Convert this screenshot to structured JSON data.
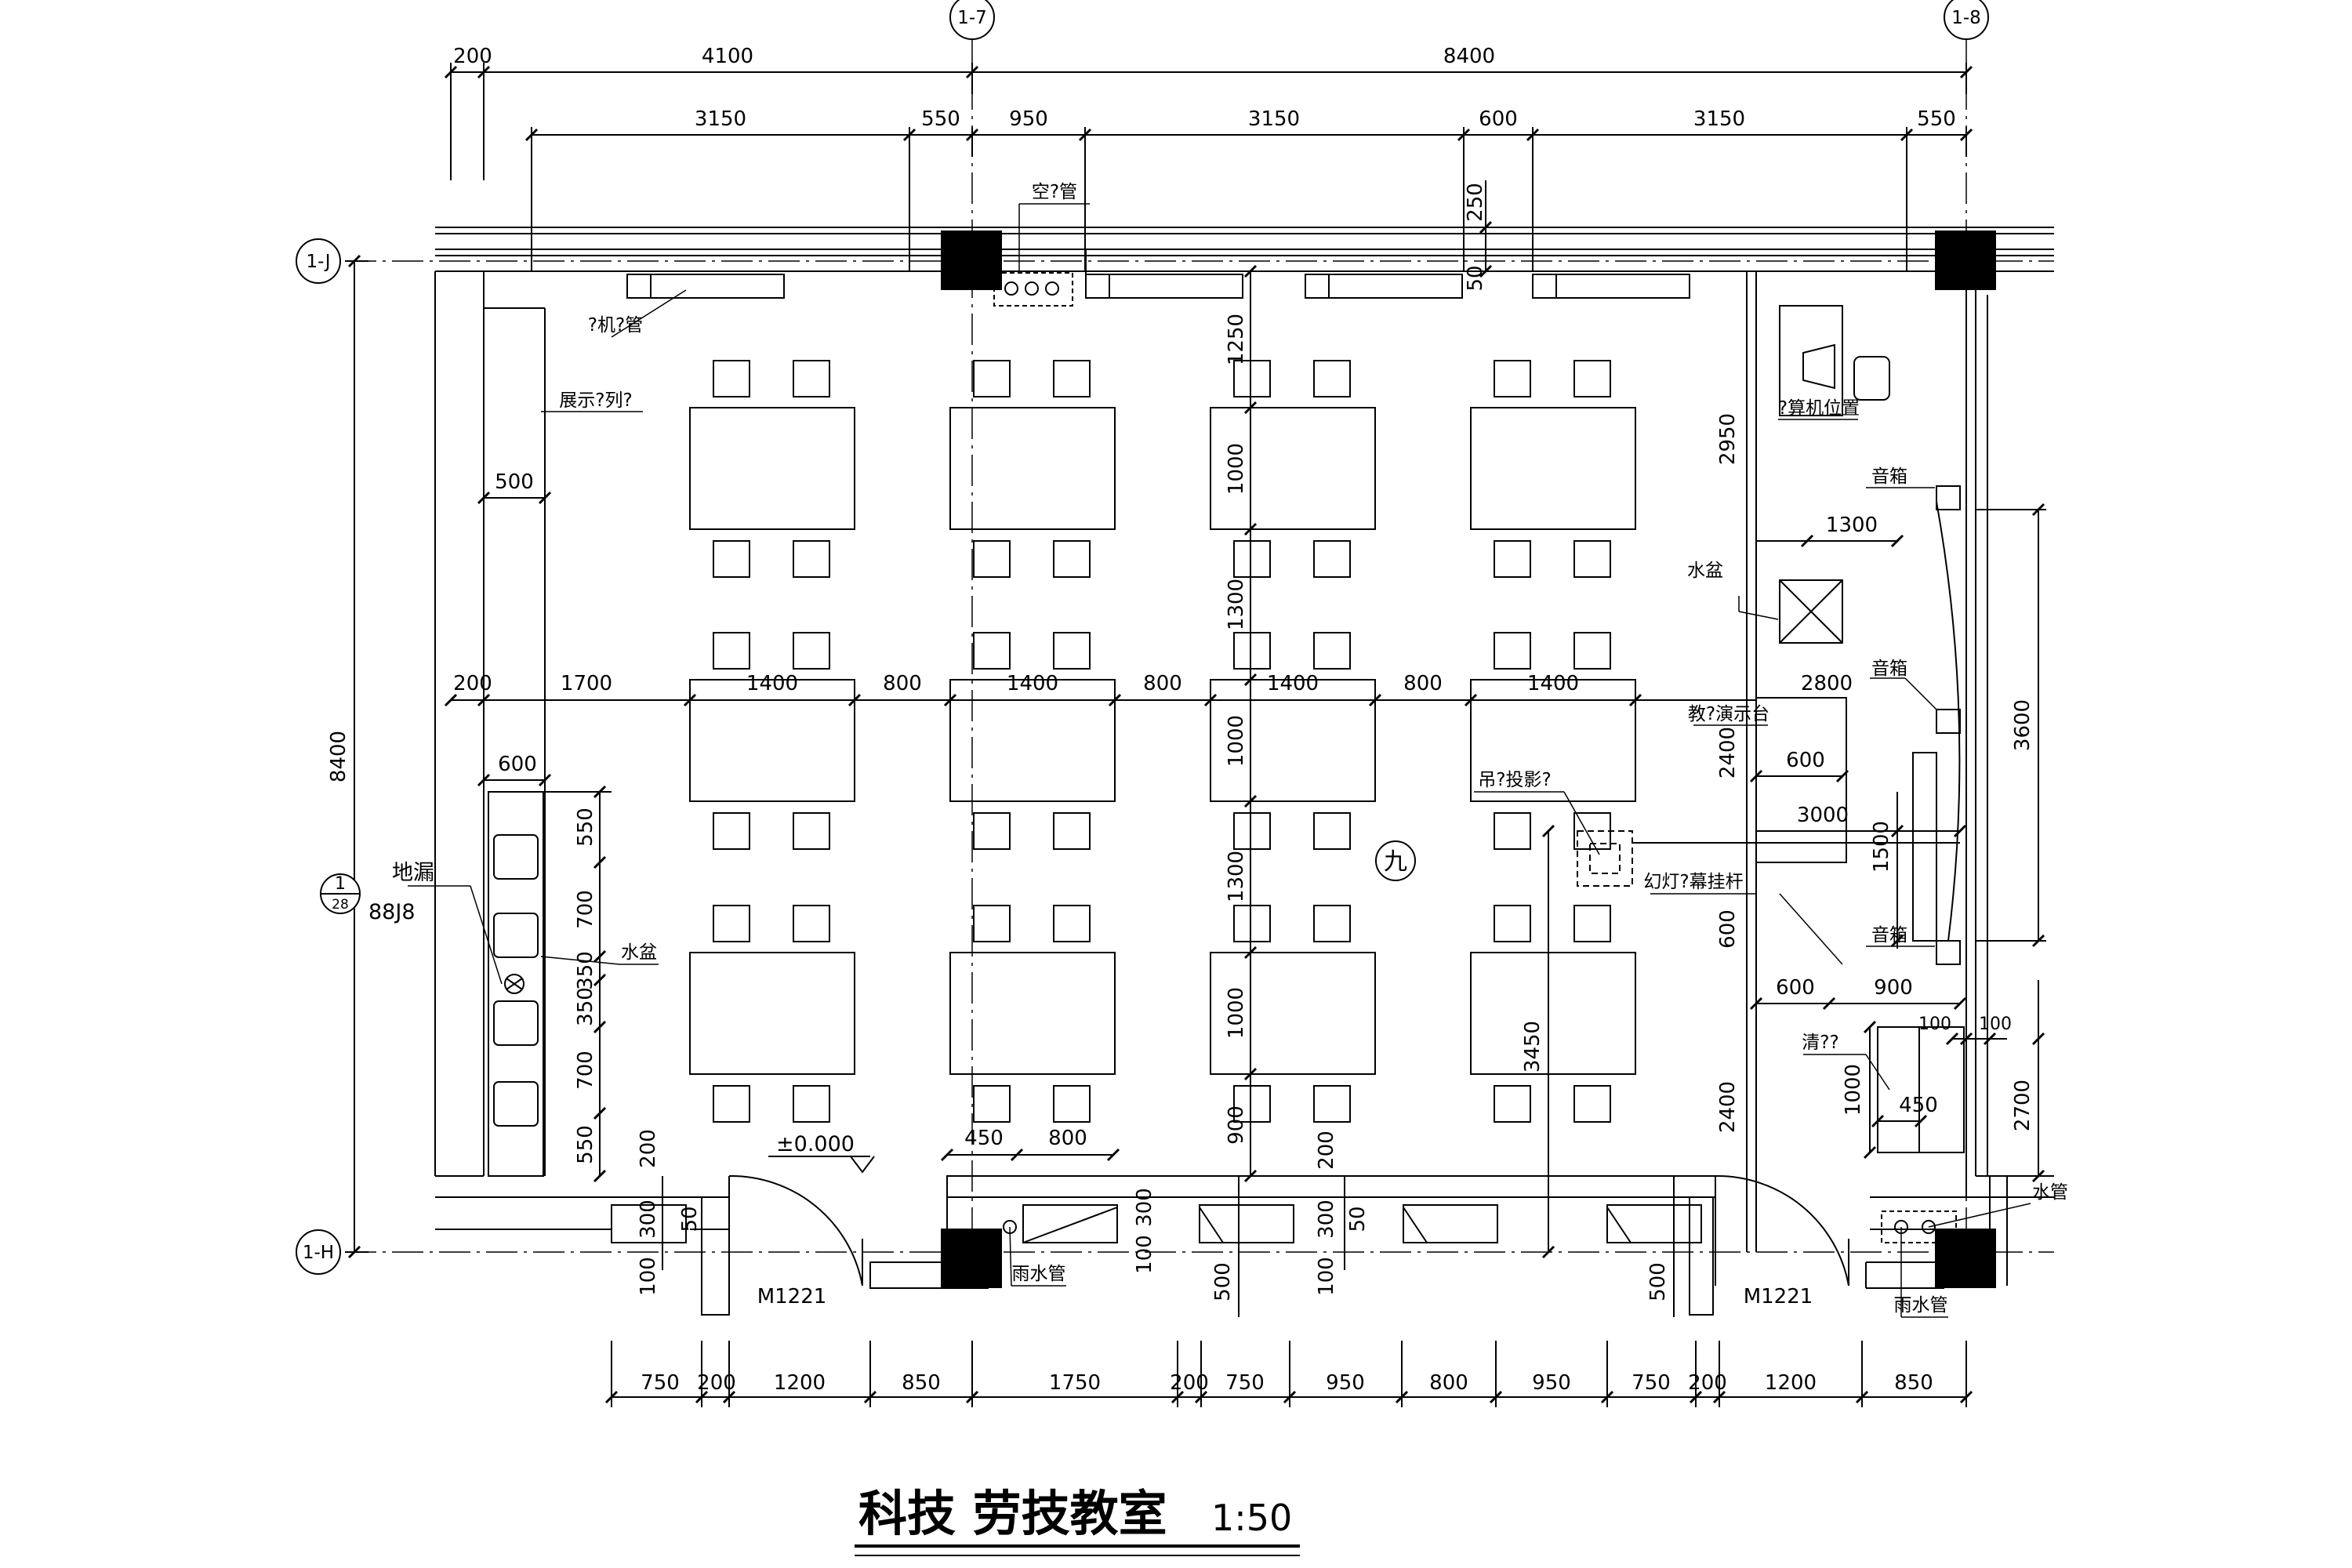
{
  "drawing": {
    "title": "科技 劳技教室",
    "scale": "1:50",
    "room_number": "九",
    "floor_level": "±0.000"
  },
  "axes": {
    "col_left": "1-7",
    "col_right": "1-8",
    "row_top": "1-J",
    "row_bottom": "1-H"
  },
  "dims": {
    "top1": [
      "200",
      "4100",
      "8400"
    ],
    "top2": [
      "3150",
      "550",
      "950",
      "3150",
      "600",
      "3150",
      "550"
    ],
    "bottom": [
      "750",
      "200",
      "1200",
      "850",
      "1750",
      "200",
      "750",
      "950",
      "800",
      "950",
      "750",
      "200",
      "1200",
      "850"
    ],
    "left_total": "8400",
    "mid_row": [
      "200",
      "1700",
      "1400",
      "800",
      "1400",
      "800",
      "1400",
      "800",
      "1400",
      "2800"
    ],
    "col_v": [
      "1250",
      "1000",
      "1300",
      "1000",
      "1300",
      "1000",
      "900"
    ],
    "sink_v": [
      "550",
      "700",
      "350",
      "350",
      "700",
      "550"
    ],
    "misc": {
      "d500": "500",
      "d600": "600",
      "d250": "250",
      "d50": "50",
      "d2950": "2950",
      "d1300": "1300",
      "d3600": "3600",
      "d2400a": "2400",
      "d600b": "600",
      "d3000": "3000",
      "d1500": "1500",
      "d600c": "600",
      "d600d": "600",
      "d900": "900",
      "d100a": "100",
      "d100b": "100",
      "d1000": "1000",
      "d450": "450",
      "d2700": "2700",
      "d2400b": "2400",
      "d3450": "3450",
      "d200a": "200",
      "d300a": "300",
      "d50a": "50",
      "d100c": "100",
      "d450b": "450",
      "d800b": "800",
      "d300b": "300",
      "d100d": "100",
      "d200b": "200",
      "d300c": "300",
      "d50b": "50",
      "d100e": "100",
      "d500b": "500",
      "d500c": "500"
    }
  },
  "labels": {
    "ac_pipe": "空?管",
    "machine_pipe": "?机?管",
    "display": "展示?列?",
    "computer": "?算机位置",
    "speaker1": "音箱",
    "speaker2": "音箱",
    "speaker3": "音箱",
    "basin_r": "水盆",
    "podium": "教?演示台",
    "projector": "吊?投影?",
    "screen": "幻灯?幕挂杆",
    "cleaning": "清??",
    "floor_drain": "地漏",
    "std_ref": "88J8",
    "detail_num": "1",
    "detail_sheet": "28",
    "basin_l": "水盆",
    "door_l": "M1221",
    "door_r": "M1221",
    "rain_pipe_l": "雨水管",
    "rain_pipe_r": "雨水管",
    "water_pipe": "水管"
  }
}
